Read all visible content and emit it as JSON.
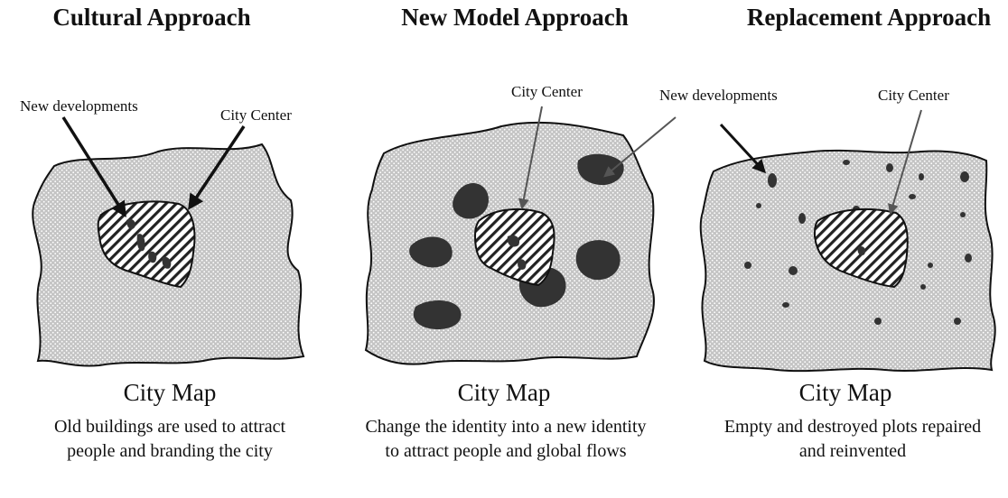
{
  "panels": [
    {
      "title": "Cultural Approach",
      "label_new": "New developments",
      "label_center": "City Center",
      "map_title": "City Map",
      "caption": "Old buildings are used to attract people and branding the city"
    },
    {
      "title": "New Model Approach",
      "label_center": "City Center",
      "label_new": "New developments",
      "map_title": "City Map",
      "caption": "Change the identity into a new identity to attract people and global flows"
    },
    {
      "title": "Replacement Approach",
      "label_center": "City Center",
      "map_title": "City Map",
      "caption": "Empty and destroyed plots repaired and reinvented"
    }
  ],
  "colors": {
    "city_fill": "#bdbdbd",
    "outline": "#111111",
    "blob": "#333333",
    "background": "#ffffff"
  }
}
